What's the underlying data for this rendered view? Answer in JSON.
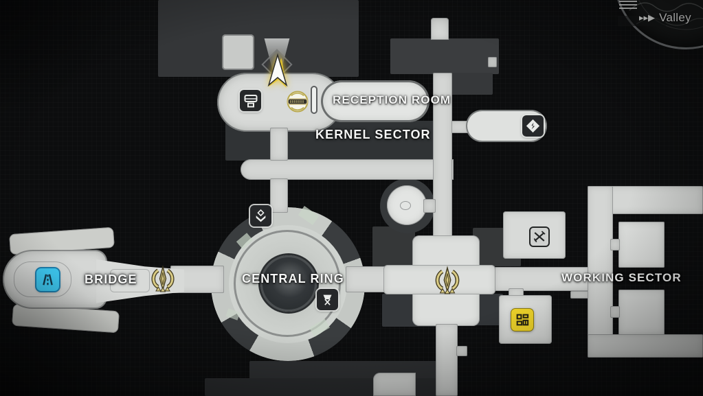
{
  "hud": {
    "minimap": {
      "region": "Valley",
      "arrows": "▸▸▶"
    }
  },
  "map": {
    "labels": {
      "reception_room": "RECEPTION ROOM",
      "kernel_sector": "KERNEL SECTOR",
      "central_ring": "CENTRAL RING",
      "bridge": "BRIDGE",
      "working_sector": "WORKING SECTOR"
    },
    "markers": [
      {
        "name": "save-station-marker"
      },
      {
        "name": "seal-emblem-marker"
      },
      {
        "name": "door-marker"
      },
      {
        "name": "lift-diamond-marker"
      },
      {
        "name": "drop-point-marker"
      },
      {
        "name": "trophy-marker"
      },
      {
        "name": "bridge-teleport-marker"
      },
      {
        "name": "space-anchor-bridge"
      },
      {
        "name": "space-anchor-junction"
      },
      {
        "name": "combat-marker"
      },
      {
        "name": "treasure-marker"
      },
      {
        "name": "player-marker"
      }
    ],
    "colors": {
      "background": "#0C0D0E",
      "floor_light": "#D6D8D6",
      "block_gray": "#353738",
      "teleport_cyan": "#3EC9F2",
      "anchor_gold": "#D9CB84",
      "quest_yellow": "#EED32A",
      "player_glow": "#E8C62F"
    }
  }
}
